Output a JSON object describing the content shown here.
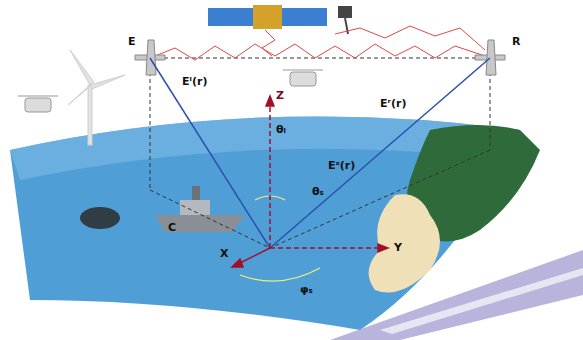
{
  "diagram": {
    "labels": [
      "E",
      "R",
      "C",
      "X",
      "Y",
      "Z",
      "Eⁱ(r)",
      "Eʳ(r)",
      "Eˢ(r)",
      "θᵢ",
      "θₛ",
      "φₛ"
    ]
  }
}
